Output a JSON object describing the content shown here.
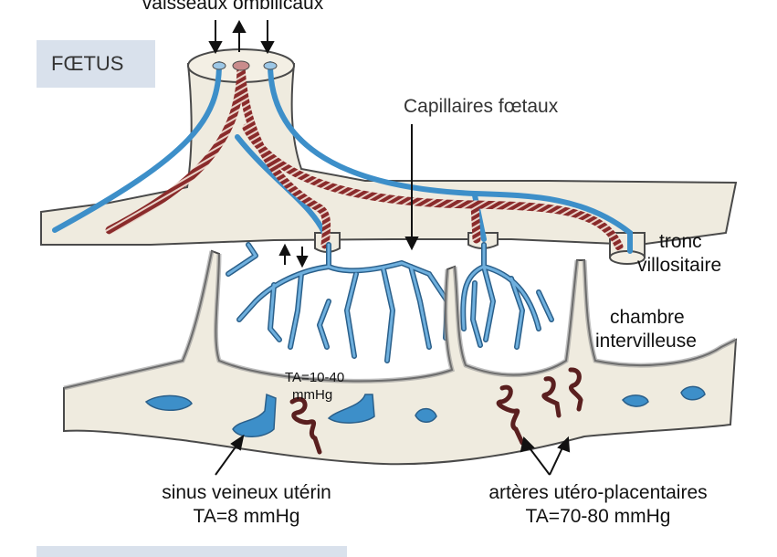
{
  "labels": {
    "umbilical_vessels": "vaisseaux ombilicaux",
    "fetus": "FŒTUS",
    "fetal_capillaries": "Capillaires fœtaux",
    "villous_trunk_line1": "tronc",
    "villous_trunk_line2": "villositaire",
    "intervillous_line1": "chambre",
    "intervillous_line2": "intervilleuse",
    "pressure_inside": "TA=10-40",
    "pressure_inside_unit": "mmHg",
    "venous_sinus": "sinus veineux utérin",
    "venous_pressure": "TA=8 mmHg",
    "uteroplacental_arteries": "artères utéro-placentaires",
    "arterial_pressure": "TA=70-80 mmHg"
  },
  "colors": {
    "tissue": "#efebdf",
    "outline": "#4a4a4a",
    "fetal_vein_blue": "#3d8fc9",
    "fetal_artery_red": "#8a2b2b",
    "label_box": "#d9e1ec"
  }
}
